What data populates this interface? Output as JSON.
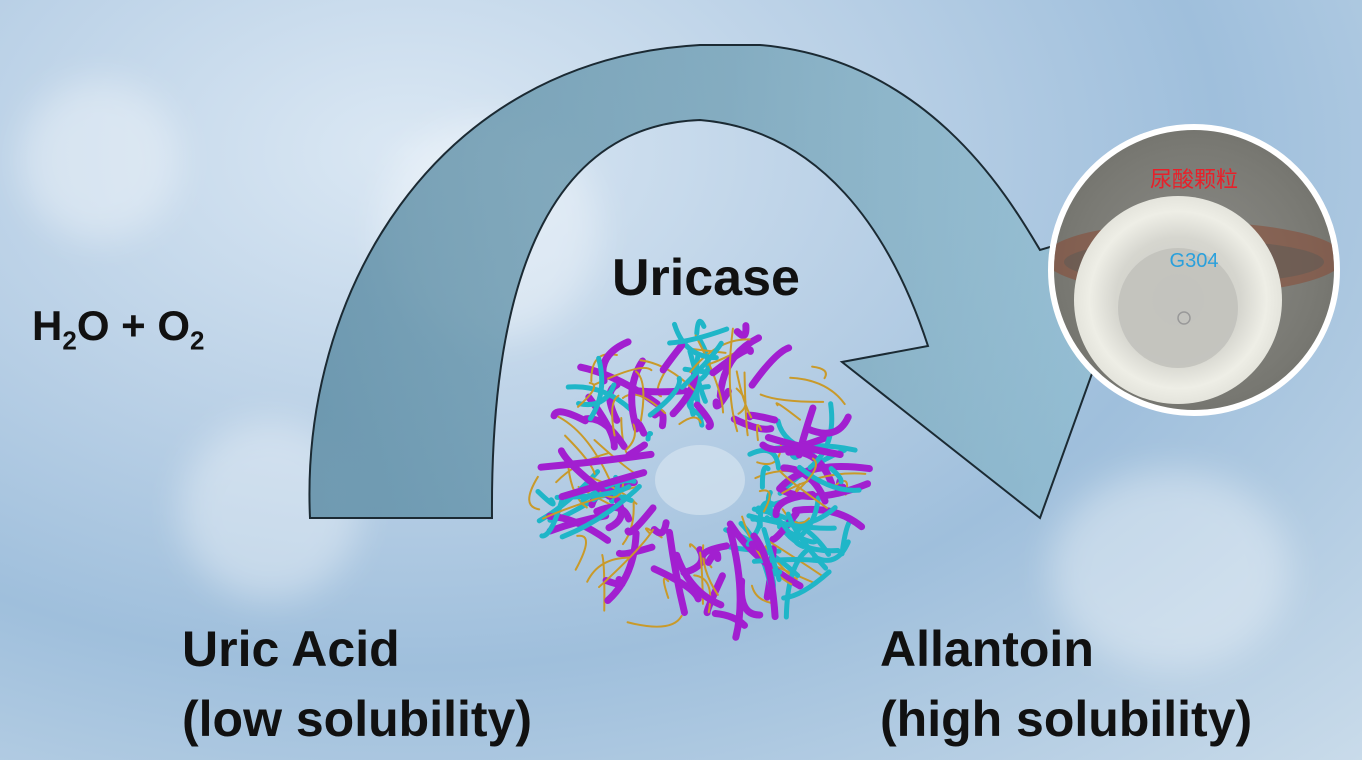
{
  "reaction": {
    "cosubstrate_text": [
      "H",
      "2",
      "O + O",
      "2"
    ],
    "enzyme": "Uricase",
    "substrate": {
      "name": "Uric Acid",
      "note": "(low solubility)"
    },
    "product": {
      "name": "Allantoin",
      "note": "(high solubility)"
    }
  },
  "inset": {
    "label_cn": "尿酸颗粒",
    "strain": "G304"
  },
  "colors": {
    "arrow_fill": "#6e9bb0",
    "helix": "#a21fd0",
    "sheet": "#1fb6c8",
    "loop": "#c99a2a",
    "inset_label_cn": "#e8202a",
    "inset_strain": "#2aa0dc"
  }
}
